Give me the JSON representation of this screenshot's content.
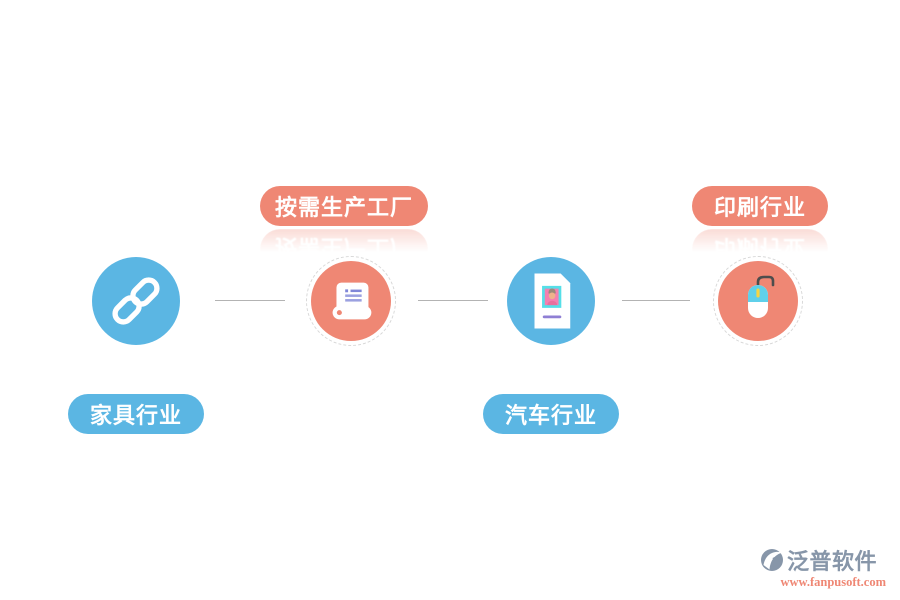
{
  "diagram": {
    "background_color": "#ffffff",
    "connector_color": "#b3b3b3",
    "blue_color": "#5bb6e3",
    "salmon_color": "#ef8774",
    "nodes": [
      {
        "label": "家具行业",
        "label_position": "bottom",
        "pill_color": "#5bb6e3",
        "circle_color": "#5bb6e3",
        "icon": "chain-link-icon",
        "dashed_ring": false,
        "reflection": false
      },
      {
        "label": "按需生产工厂",
        "label_position": "top",
        "pill_color": "#ef8774",
        "circle_color": "#ef8774",
        "icon": "scroll-icon",
        "dashed_ring": true,
        "reflection": true
      },
      {
        "label": "汽车行业",
        "label_position": "bottom",
        "pill_color": "#5bb6e3",
        "circle_color": "#5bb6e3",
        "icon": "id-card-icon",
        "dashed_ring": false,
        "reflection": false
      },
      {
        "label": "印刷行业",
        "label_position": "top",
        "pill_color": "#ef8774",
        "circle_color": "#ef8774",
        "icon": "mouse-icon",
        "dashed_ring": true,
        "reflection": true
      }
    ]
  },
  "watermark": {
    "brand": "泛普软件",
    "url": "www.fanpusoft.com",
    "brand_color": "#8796a9",
    "url_color": "#ef8774",
    "icon": "fanpu-logo-icon"
  }
}
